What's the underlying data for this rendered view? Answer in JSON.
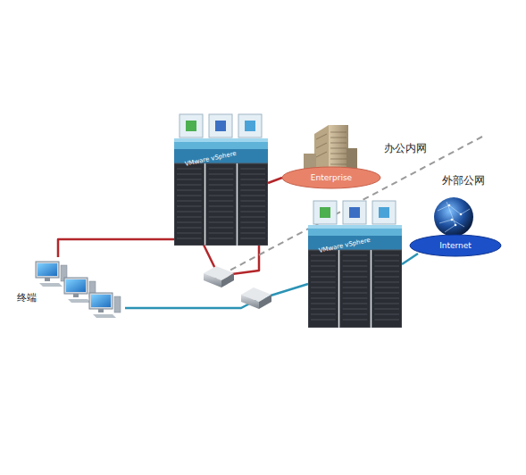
{
  "diagram": {
    "nodes": [
      {
        "text": [
          "VMware vSphere"
        ]
      },
      {
        "text": [
          "Enterprise"
        ]
      },
      {
        "text": [
          "VMware vSphere"
        ]
      },
      {
        "text": [
          "Internet"
        ]
      },
      {
        "text": [
          "终端"
        ]
      }
    ],
    "edges": [
      {
        "from": 4,
        "to": 0,
        "arrow": "none"
      },
      {
        "from": 4,
        "to": 2,
        "arrow": "none"
      },
      {
        "from": 0,
        "to": 1,
        "arrow": "none"
      },
      {
        "from": 2,
        "to": 3,
        "arrow": "none"
      }
    ],
    "labels": [
      "办公内网",
      "外部公网"
    ]
  }
}
